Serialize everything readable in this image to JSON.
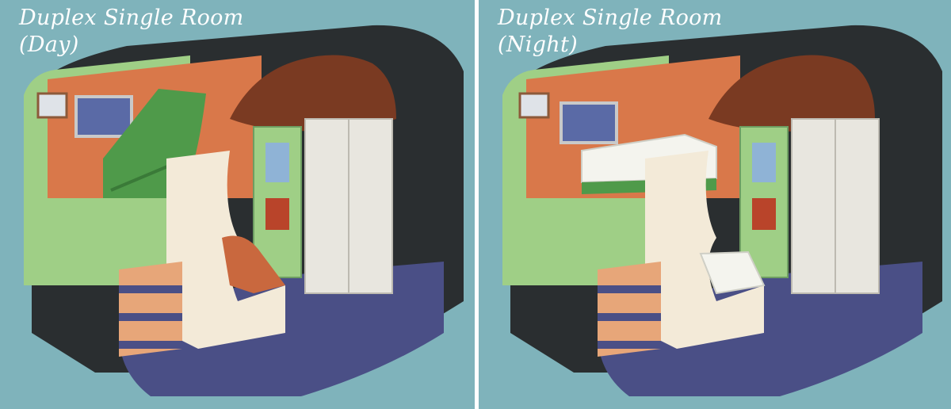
{
  "panels": {
    "day": {
      "title_line1": "Duplex Single Room",
      "title_line2": "(Day)"
    },
    "night": {
      "title_line1": "Duplex Single Room",
      "title_line2": "(Night)"
    }
  },
  "colors": {
    "background": "#7fb3bb",
    "divider": "#ffffff",
    "shell": "#2a2e30",
    "wall_green": "#9fcf86",
    "wall_cream": "#f3ead8",
    "wood_orange": "#d9784a",
    "ceiling_brown": "#7a3a22",
    "carpet_blue": "#4a4f86",
    "seat_green": "#4f9a4a",
    "bed_white": "#f4f4ee",
    "locker_gray": "#e8e6df"
  }
}
